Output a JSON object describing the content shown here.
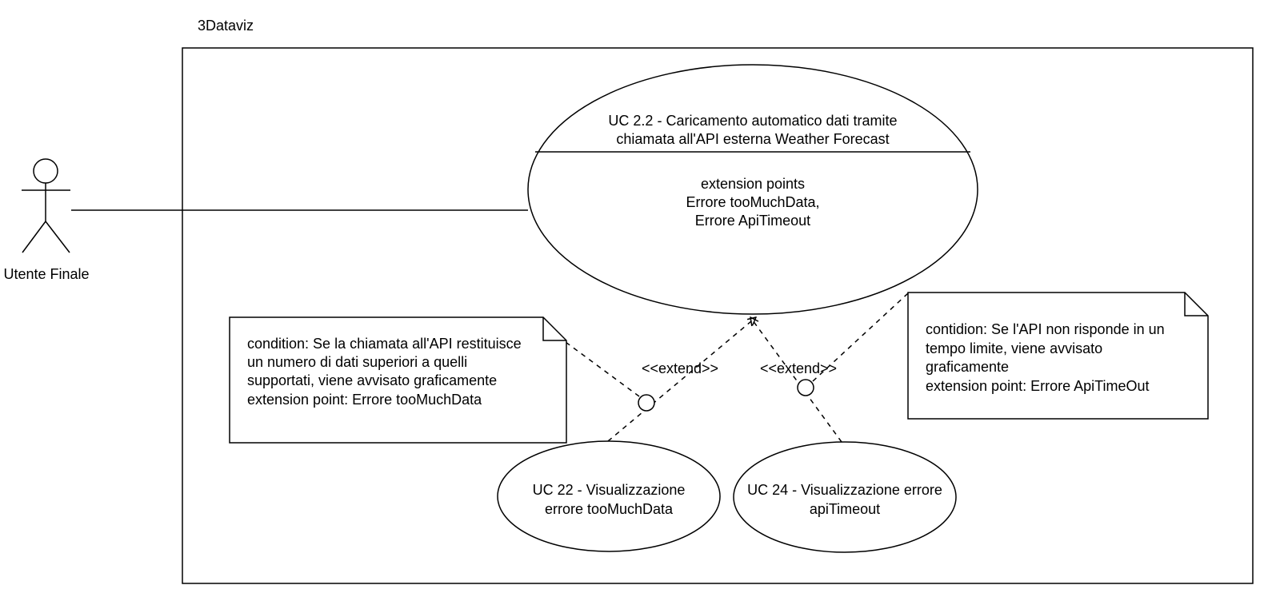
{
  "system": {
    "name": "3Dataviz"
  },
  "actor": {
    "name": "Utente Finale"
  },
  "use_cases": {
    "main": {
      "title_lines": [
        "UC 2.2 - Caricamento automatico dati tramite",
        "chiamata all'API esterna Weather Forecast"
      ],
      "extension_lines": [
        "extension points",
        "Errore tooMuchData,",
        "Errore ApiTimeout"
      ]
    },
    "uc22": {
      "lines": [
        "UC 22 - Visualizzazione",
        "errore tooMuchData"
      ]
    },
    "uc24": {
      "lines": [
        "UC 24 - Visualizzazione errore",
        "apiTimeout"
      ]
    }
  },
  "relations": {
    "extend_left": "<<extend>>",
    "extend_right": "<<extend>>"
  },
  "notes": {
    "left": {
      "lines": [
        "condition: Se la chiamata all'API restituisce",
        "un numero di dati superiori a quelli",
        "supportati, viene avvisato graficamente",
        "extension point: Errore tooMuchData"
      ]
    },
    "right": {
      "lines": [
        "contidion: Se l'API non risponde in un",
        "tempo limite, viene avvisato",
        "graficamente",
        "extension point: Errore ApiTimeOut"
      ]
    }
  }
}
